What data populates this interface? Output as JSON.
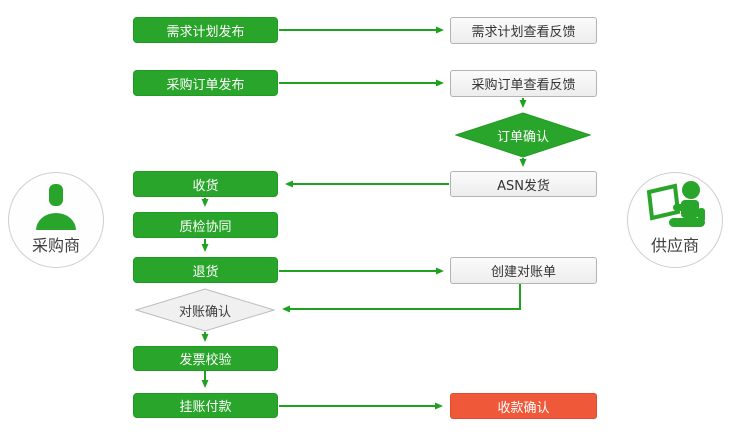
{
  "actors": {
    "buyer": "采购商",
    "supplier": "供应商"
  },
  "nodes": {
    "demand_publish": "需求计划发布",
    "demand_feedback": "需求计划查看反馈",
    "po_publish": "采购订单发布",
    "po_feedback": "采购订单查看反馈",
    "order_confirm": "订单确认",
    "receive": "收货",
    "asn_ship": "ASN发货",
    "quality_check": "质检协同",
    "return_goods": "退货",
    "create_statement": "创建对账单",
    "statement_confirm": "对账确认",
    "invoice_verify": "发票校验",
    "payment": "挂账付款",
    "receipt_confirm": "收款确认"
  },
  "edges": [
    {
      "from": "需求计划发布",
      "to": "需求计划查看反馈"
    },
    {
      "from": "采购订单发布",
      "to": "采购订单查看反馈"
    },
    {
      "from": "采购订单查看反馈",
      "to": "订单确认"
    },
    {
      "from": "订单确认",
      "to": "ASN发货"
    },
    {
      "from": "ASN发货",
      "to": "收货"
    },
    {
      "from": "收货",
      "to": "质检协同"
    },
    {
      "from": "质检协同",
      "to": "退货"
    },
    {
      "from": "退货",
      "to": "创建对账单"
    },
    {
      "from": "创建对账单",
      "to": "对账确认"
    },
    {
      "from": "对账确认",
      "to": "发票校验"
    },
    {
      "from": "发票校验",
      "to": "挂账付款"
    },
    {
      "from": "挂账付款",
      "to": "收款确认"
    }
  ],
  "colors": {
    "process_green": "#2aa52b",
    "process_green_border": "#1e9b20",
    "connector_green": "#1ea21f",
    "highlight_red": "#f0583a",
    "neutral_box_fill": "#f3f3f3",
    "neutral_box_border": "#b3b3b3",
    "decision_gray_fill": "#f0f0f0",
    "decision_gray_border": "#bdbdbd"
  }
}
